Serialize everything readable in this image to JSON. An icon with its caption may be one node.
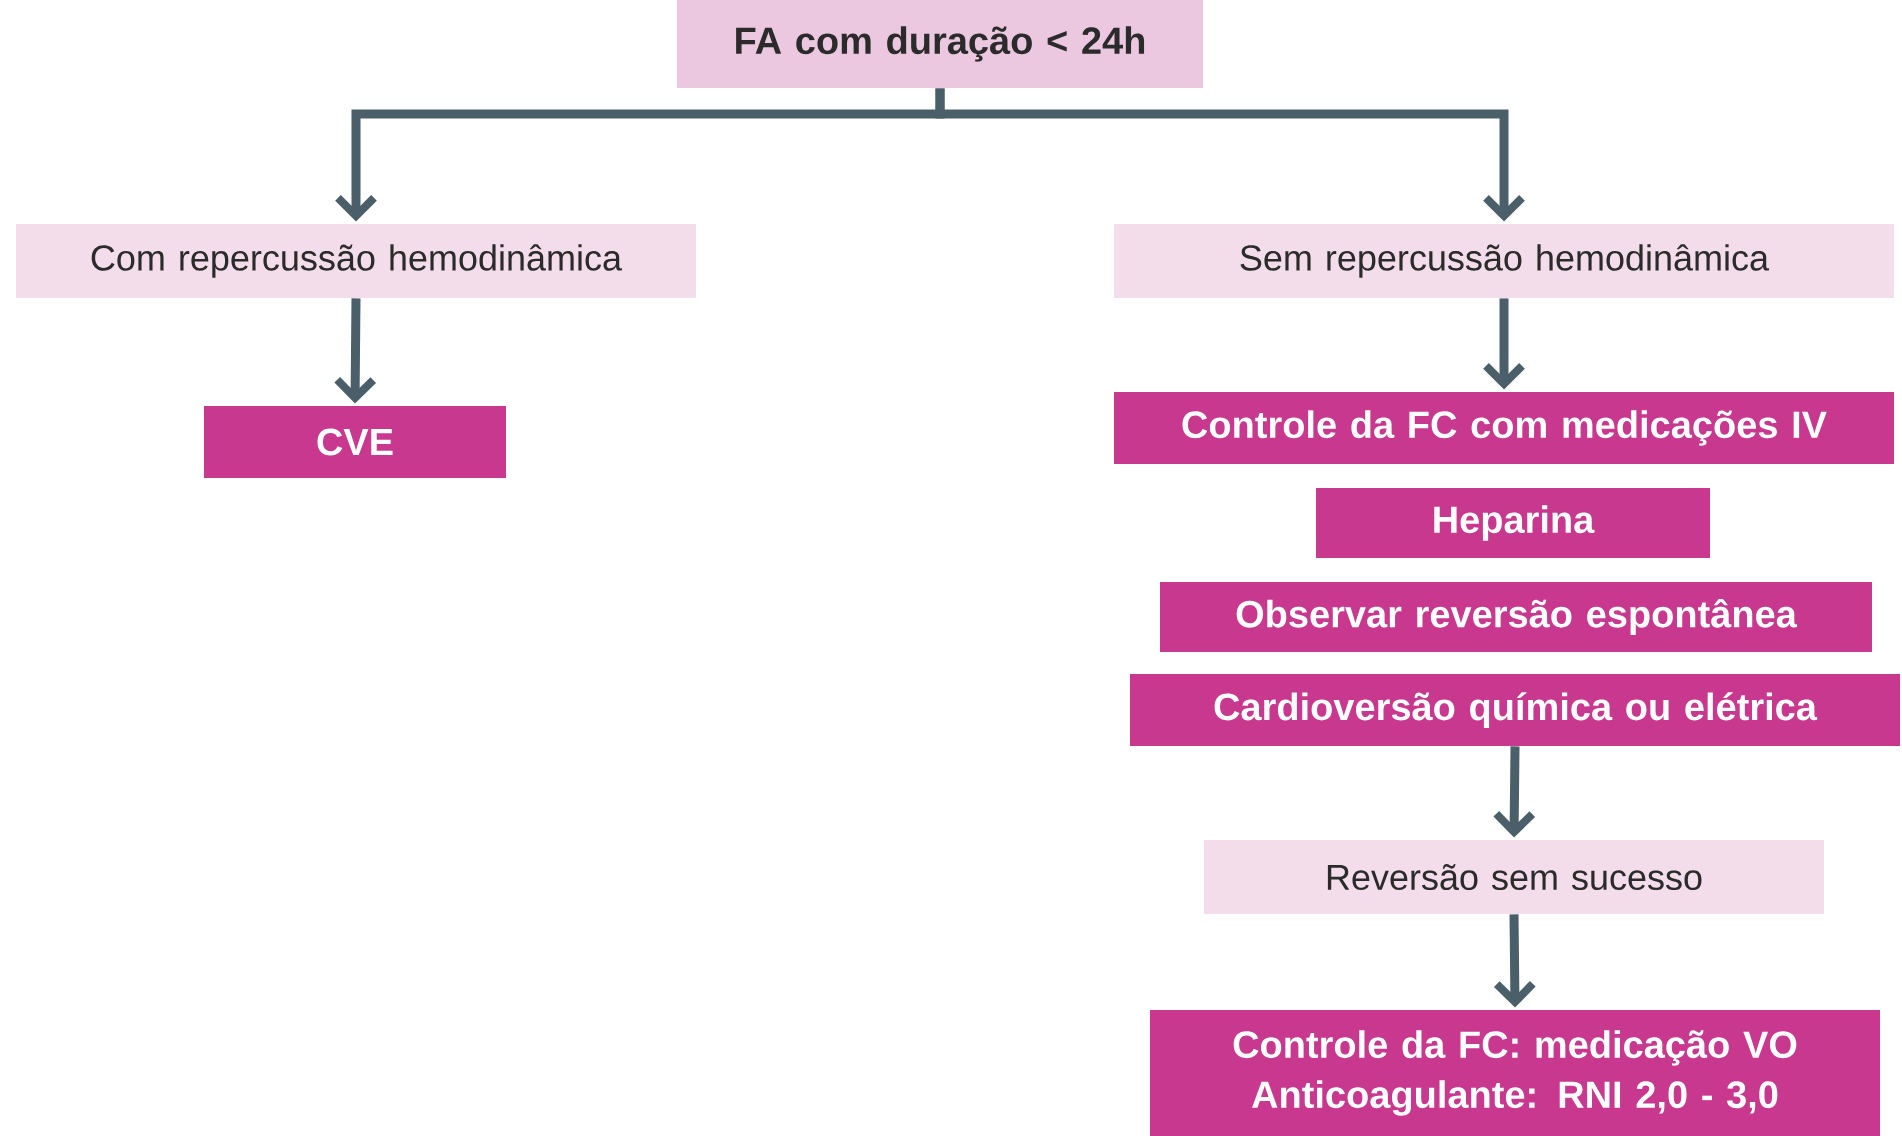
{
  "diagram": {
    "nodes": [
      {
        "text": [
          "FA com duração < 24h"
        ]
      },
      {
        "text": [
          "Com repercussão hemodinâmica"
        ]
      },
      {
        "text": [
          "Sem repercussão hemodinâmica"
        ]
      },
      {
        "text": [
          "CVE"
        ]
      },
      {
        "text": [
          "Controle da FC com medicações IV"
        ]
      },
      {
        "text": [
          "Heparina"
        ]
      },
      {
        "text": [
          "Observar reversão espontânea"
        ]
      },
      {
        "text": [
          "Cardioversão química ou elétrica"
        ]
      },
      {
        "text": [
          "Reversão sem sucesso"
        ]
      },
      {
        "text": [
          "Controle da FC: medicação VO Anticoagulante: RNI 2,0 - 3,0"
        ]
      }
    ],
    "edges": [
      {
        "from": 0,
        "to": 1,
        "arrow": "to"
      },
      {
        "from": 0,
        "to": 2,
        "arrow": "to"
      },
      {
        "from": 1,
        "to": 3,
        "arrow": "to"
      },
      {
        "from": 2,
        "to": 4,
        "arrow": "to"
      },
      {
        "from": 7,
        "to": 8,
        "arrow": "to"
      },
      {
        "from": 8,
        "to": 9,
        "arrow": "to"
      }
    ]
  }
}
